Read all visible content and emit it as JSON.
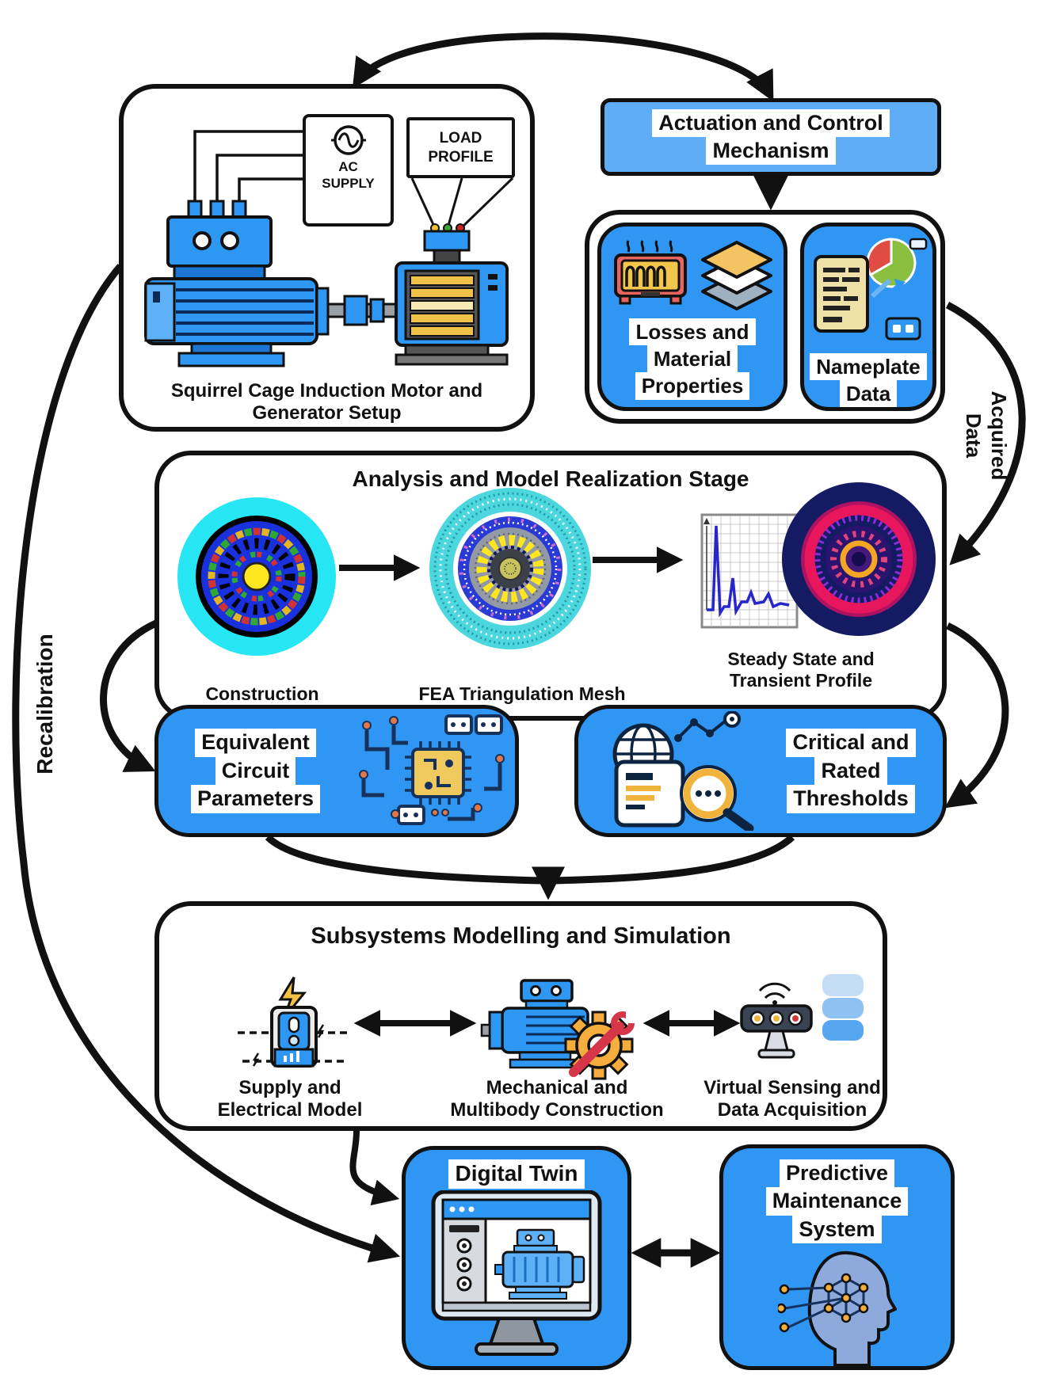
{
  "colors": {
    "box-blue": "#2f96f3",
    "light-blue": "#5fadf6",
    "ink": "#111111"
  },
  "physical_setup": {
    "caption_lines": [
      "Squirrel Cage Induction Motor and",
      "Generator Setup"
    ],
    "ac_supply_lines": [
      "AC",
      "SUPPLY"
    ],
    "load_profile_lines": [
      "LOAD",
      "PROFILE"
    ]
  },
  "actuation": {
    "lines": [
      "Actuation and Control",
      "Mechanism"
    ]
  },
  "acquired_inputs": {
    "losses_lines": [
      "Losses and",
      "Material",
      "Properties"
    ],
    "nameplate_lines": [
      "Nameplate",
      "Data"
    ]
  },
  "acquired_data": {
    "lines": [
      "Acquired",
      "Data"
    ]
  },
  "analysis": {
    "title": "Analysis and Model Realization Stage",
    "construction_label": "Construction",
    "fea_label": "FEA Triangulation Mesh",
    "steady_lines": [
      "Steady State and",
      "Transient Profile"
    ]
  },
  "equivalent": {
    "lines": [
      "Equivalent",
      "Circuit",
      "Parameters"
    ]
  },
  "critical": {
    "lines": [
      "Critical and",
      "Rated",
      "Thresholds"
    ]
  },
  "subsystems": {
    "title": "Subsystems Modelling and Simulation",
    "supply_lines": [
      "Supply and",
      "Electrical Model"
    ],
    "mechanical_lines": [
      "Mechanical and",
      "Multibody Construction"
    ],
    "virtual_lines": [
      "Virtual Sensing and",
      "Data Acquisition"
    ]
  },
  "digital_twin": {
    "title": "Digital Twin"
  },
  "predictive": {
    "lines": [
      "Predictive",
      "Maintenance",
      "System"
    ]
  },
  "recalibration": {
    "label": "Recalibration"
  },
  "icons": {
    "ac-supply": "sine-wave-in-circle",
    "load-profile": "panel-with-feeder-lines",
    "induction-motor": "blue-electric-motor",
    "generator": "blue-generator-gold-grill",
    "heat-losses": "heater-coil",
    "material-layers": "stacked-layer-diamonds",
    "nameplate": "document-pie-chart-battery",
    "construction-cross-section": "motor-cross-section-rings",
    "fea-mesh": "triangulated-mesh-disc",
    "transient-plot": "line-graph-spike",
    "thermal-field": "thermal-heatmap-disc",
    "equivalent-circuit": "pcb-chip-traces",
    "thresholds-analysis": "globe-document-magnifier",
    "electrical-supply": "charger-lightning-bolt",
    "mechanical-model": "motor-gear-wrench",
    "virtual-sensing": "sensor-camera-database",
    "digital-twin-monitor": "monitor-motor-model",
    "predictive-ai": "head-neural-network"
  }
}
